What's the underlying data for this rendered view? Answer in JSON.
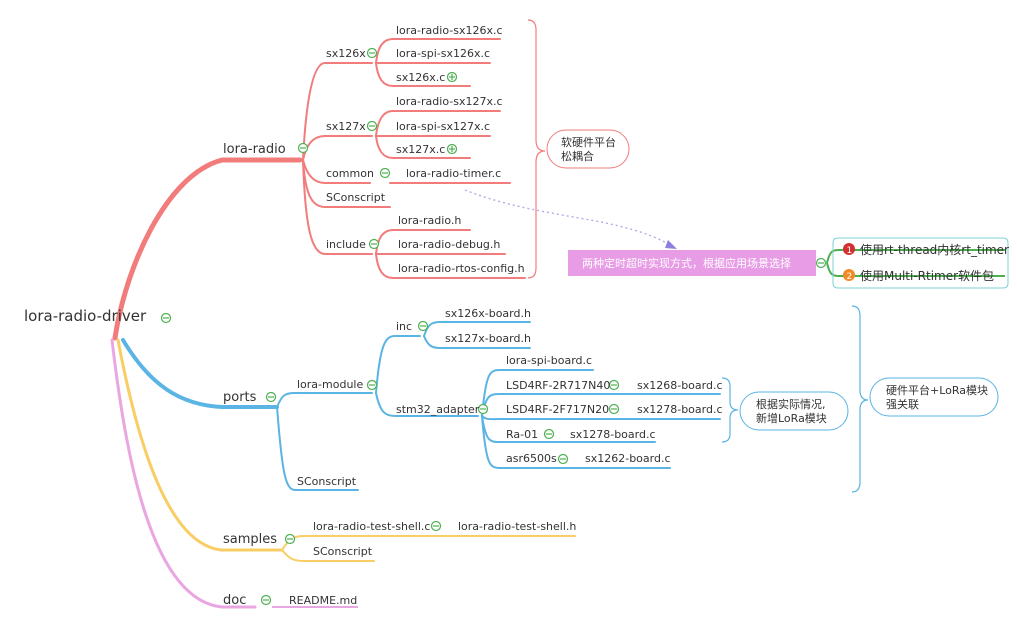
{
  "root": {
    "label": "lora-radio-driver"
  },
  "lora_radio": {
    "label": "lora-radio",
    "sx126x": {
      "label": "sx126x",
      "files": [
        "lora-radio-sx126x.c",
        "lora-spi-sx126x.c",
        "sx126x.c"
      ]
    },
    "sx127x": {
      "label": "sx127x",
      "files": [
        "lora-radio-sx127x.c",
        "lora-spi-sx127x.c",
        "sx127x.c"
      ]
    },
    "common": {
      "label": "common",
      "file": "lora-radio-timer.c"
    },
    "sconscript": "SConscript",
    "include": {
      "label": "include",
      "files": [
        "lora-radio.h",
        "lora-radio-debug.h",
        "lora-radio-rtos-config.h"
      ]
    },
    "note": [
      "软硬件平台",
      "松耦合"
    ]
  },
  "timer_note": {
    "label": "两种定时超时实现方式，根据应用场景选择",
    "options": [
      {
        "num": "1",
        "label": "使用rt-thread内核rt_timer"
      },
      {
        "num": "2",
        "label": "使用Multi-Rtimer软件包"
      }
    ]
  },
  "ports": {
    "label": "ports",
    "lora_module": {
      "label": "lora-module",
      "inc": {
        "label": "inc",
        "files": [
          "sx126x-board.h",
          "sx127x-board.h"
        ]
      },
      "stm32_adapter": {
        "label": "stm32_adapter",
        "spi": "lora-spi-board.c",
        "modules": [
          {
            "name": "LSD4RF-2R717N40",
            "file": "sx1268-board.c"
          },
          {
            "name": "LSD4RF-2F717N20",
            "file": "sx1278-board.c"
          },
          {
            "name": "Ra-01",
            "file": "sx1278-board.c"
          },
          {
            "name": "asr6500s",
            "file": "sx1262-board.c"
          }
        ]
      }
    },
    "sconscript": "SConscript",
    "note_modules": [
      "根据实际情况,",
      "新增LoRa模块"
    ],
    "note_hw": [
      "硬件平台+LoRa模块",
      "强关联"
    ]
  },
  "samples": {
    "label": "samples",
    "shell_c": "lora-radio-test-shell.c",
    "shell_h": "lora-radio-test-shell.h",
    "sconscript": "SConscript"
  },
  "doc": {
    "label": "doc",
    "readme": "README.md"
  },
  "colors": {
    "red": "#f27b7b",
    "blue": "#5ab4e4",
    "yellow": "#f8cd63",
    "pink": "#e9a6e0",
    "green": "#4caf50",
    "highlight": "#e89ce6"
  }
}
